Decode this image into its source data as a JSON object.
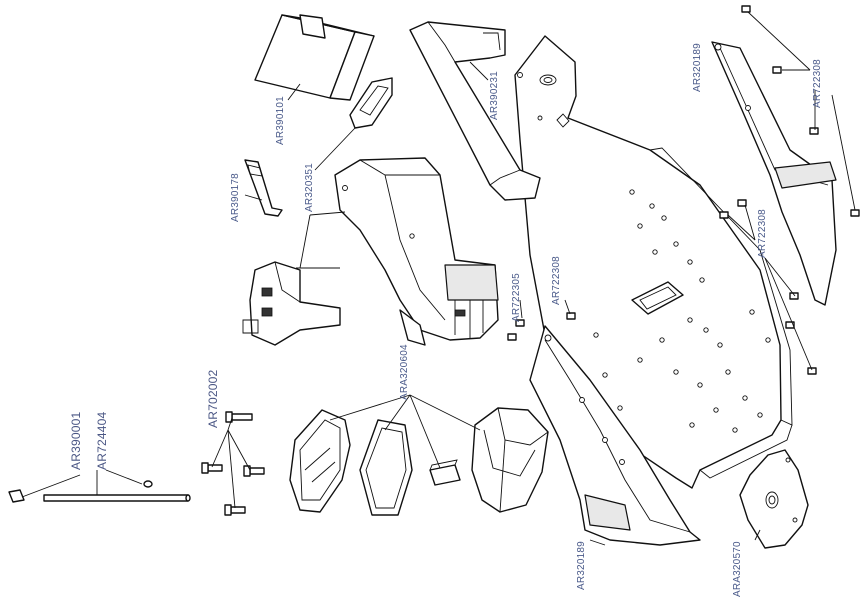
{
  "labels": {
    "ar390001": "AR390001",
    "ar724404": "AR724404",
    "ar702002": "AR702002",
    "ara320604": "ARA320604",
    "ar390101": "AR390101",
    "ar390178": "AR390178",
    "ar320351": "AR320351",
    "ar390231": "AR390231",
    "ar722305": "AR722305",
    "ar722308_mid": "AR722308",
    "ar320189_top": "AR320189",
    "ar722308_topright": "AR722308",
    "ar722308_right": "AR722308",
    "ar320189_bottom": "AR320189",
    "ara320570": "ARA320570"
  }
}
